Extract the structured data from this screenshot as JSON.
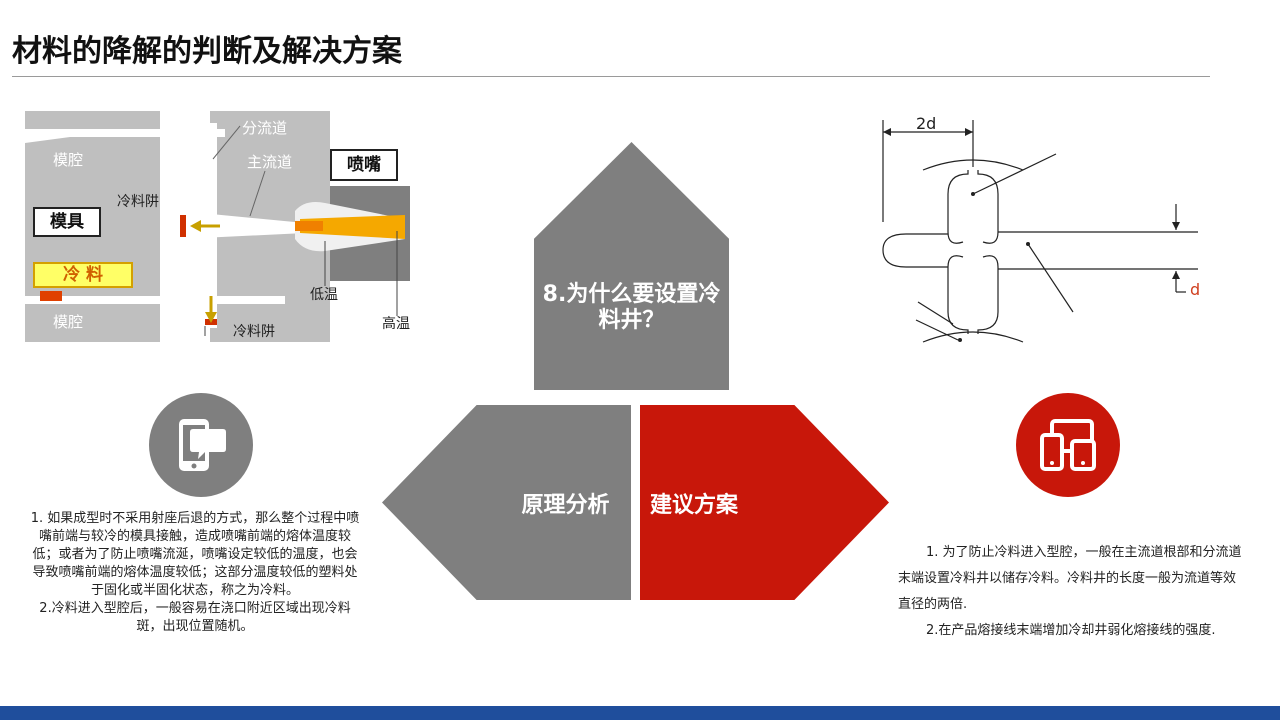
{
  "title": "材料的降解的判断及解决方案",
  "center": {
    "question": "8.为什么要设置冷料井？",
    "left_label": "原理分析",
    "right_label": "建议方案"
  },
  "diagram_left": {
    "labels": {
      "branch_runner": "分流道",
      "mold_cavity_top": "模腔",
      "main_runner": "主流道",
      "nozzle": "喷嘴",
      "cold_well_1": "冷料阱",
      "mold": "模具",
      "cold_material": "冷 料",
      "low_temp": "低温",
      "mold_cavity_bottom": "模腔",
      "high_temp": "高温",
      "cold_well_2": "冷料阱"
    }
  },
  "diagram_right": {
    "label_2d": "2d",
    "label_d": "d"
  },
  "text_left": {
    "p1": "1. 如果成型时不采用射座后退的方式，那么整个过程中喷嘴前端与较冷的模具接触，造成喷嘴前端的熔体温度较低；或者为了防止喷嘴流涎，喷嘴设定较低的温度，也会导致喷嘴前端的熔体温度较低；这部分温度较低的塑料处于固化或半固化状态，称之为冷料。",
    "p2": "2.冷料进入型腔后，一般容易在浇口附近区域出现冷料斑，出现位置随机。"
  },
  "text_right": {
    "p1": "1. 为了防止冷料进入型腔，一般在主流道根部和分流道末端设置冷料井以储存冷料。冷料井的长度一般为流道等效直径的两倍.",
    "p2": "2.在产品熔接线末端增加冷却井弱化熔接线的强度."
  },
  "colors": {
    "gray": "#7f7f7f",
    "red": "#c8170a",
    "blue_bar": "#1f4e9c"
  },
  "icons": {
    "left_circle": "tablet-chat-icon",
    "right_circle": "devices-icon"
  }
}
